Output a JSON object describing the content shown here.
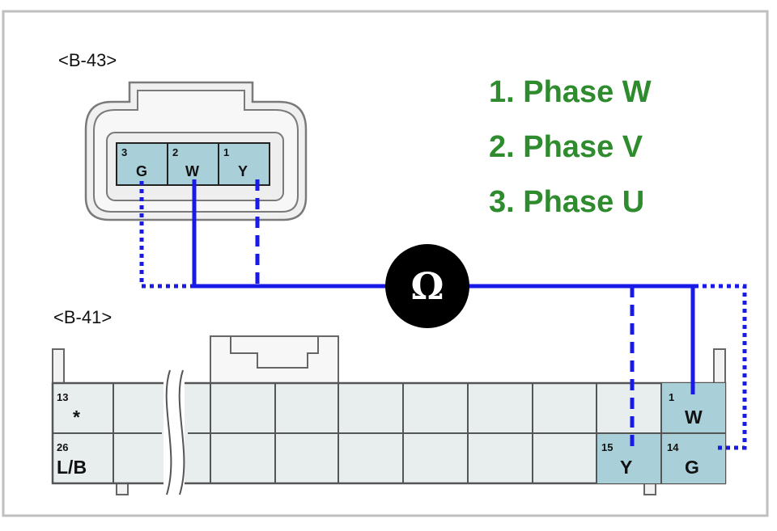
{
  "colors": {
    "wire": "#1a1ae6",
    "pin_fill": "#a9cfd9",
    "connector_fill": "#e8eeee",
    "legend_text": "#2e8b2e",
    "meter": "#000000",
    "frame": "#bfbfbf"
  },
  "connectors": {
    "b43": {
      "label": "<B-43>",
      "pins": [
        {
          "num": "3",
          "color": "G"
        },
        {
          "num": "2",
          "color": "W"
        },
        {
          "num": "1",
          "color": "Y"
        }
      ]
    },
    "b41": {
      "label": "<B-41>",
      "pins": [
        {
          "num": "13",
          "color": "*"
        },
        {
          "num": "26",
          "color": "L/B"
        },
        {
          "num": "1",
          "color": "W"
        },
        {
          "num": "15",
          "color": "Y"
        },
        {
          "num": "14",
          "color": "G"
        }
      ]
    }
  },
  "legend": {
    "items": [
      "1. Phase W",
      "2. Phase V",
      "3. Phase U"
    ]
  },
  "meter": {
    "symbol": "Ω",
    "icon": "ohmmeter-icon"
  }
}
